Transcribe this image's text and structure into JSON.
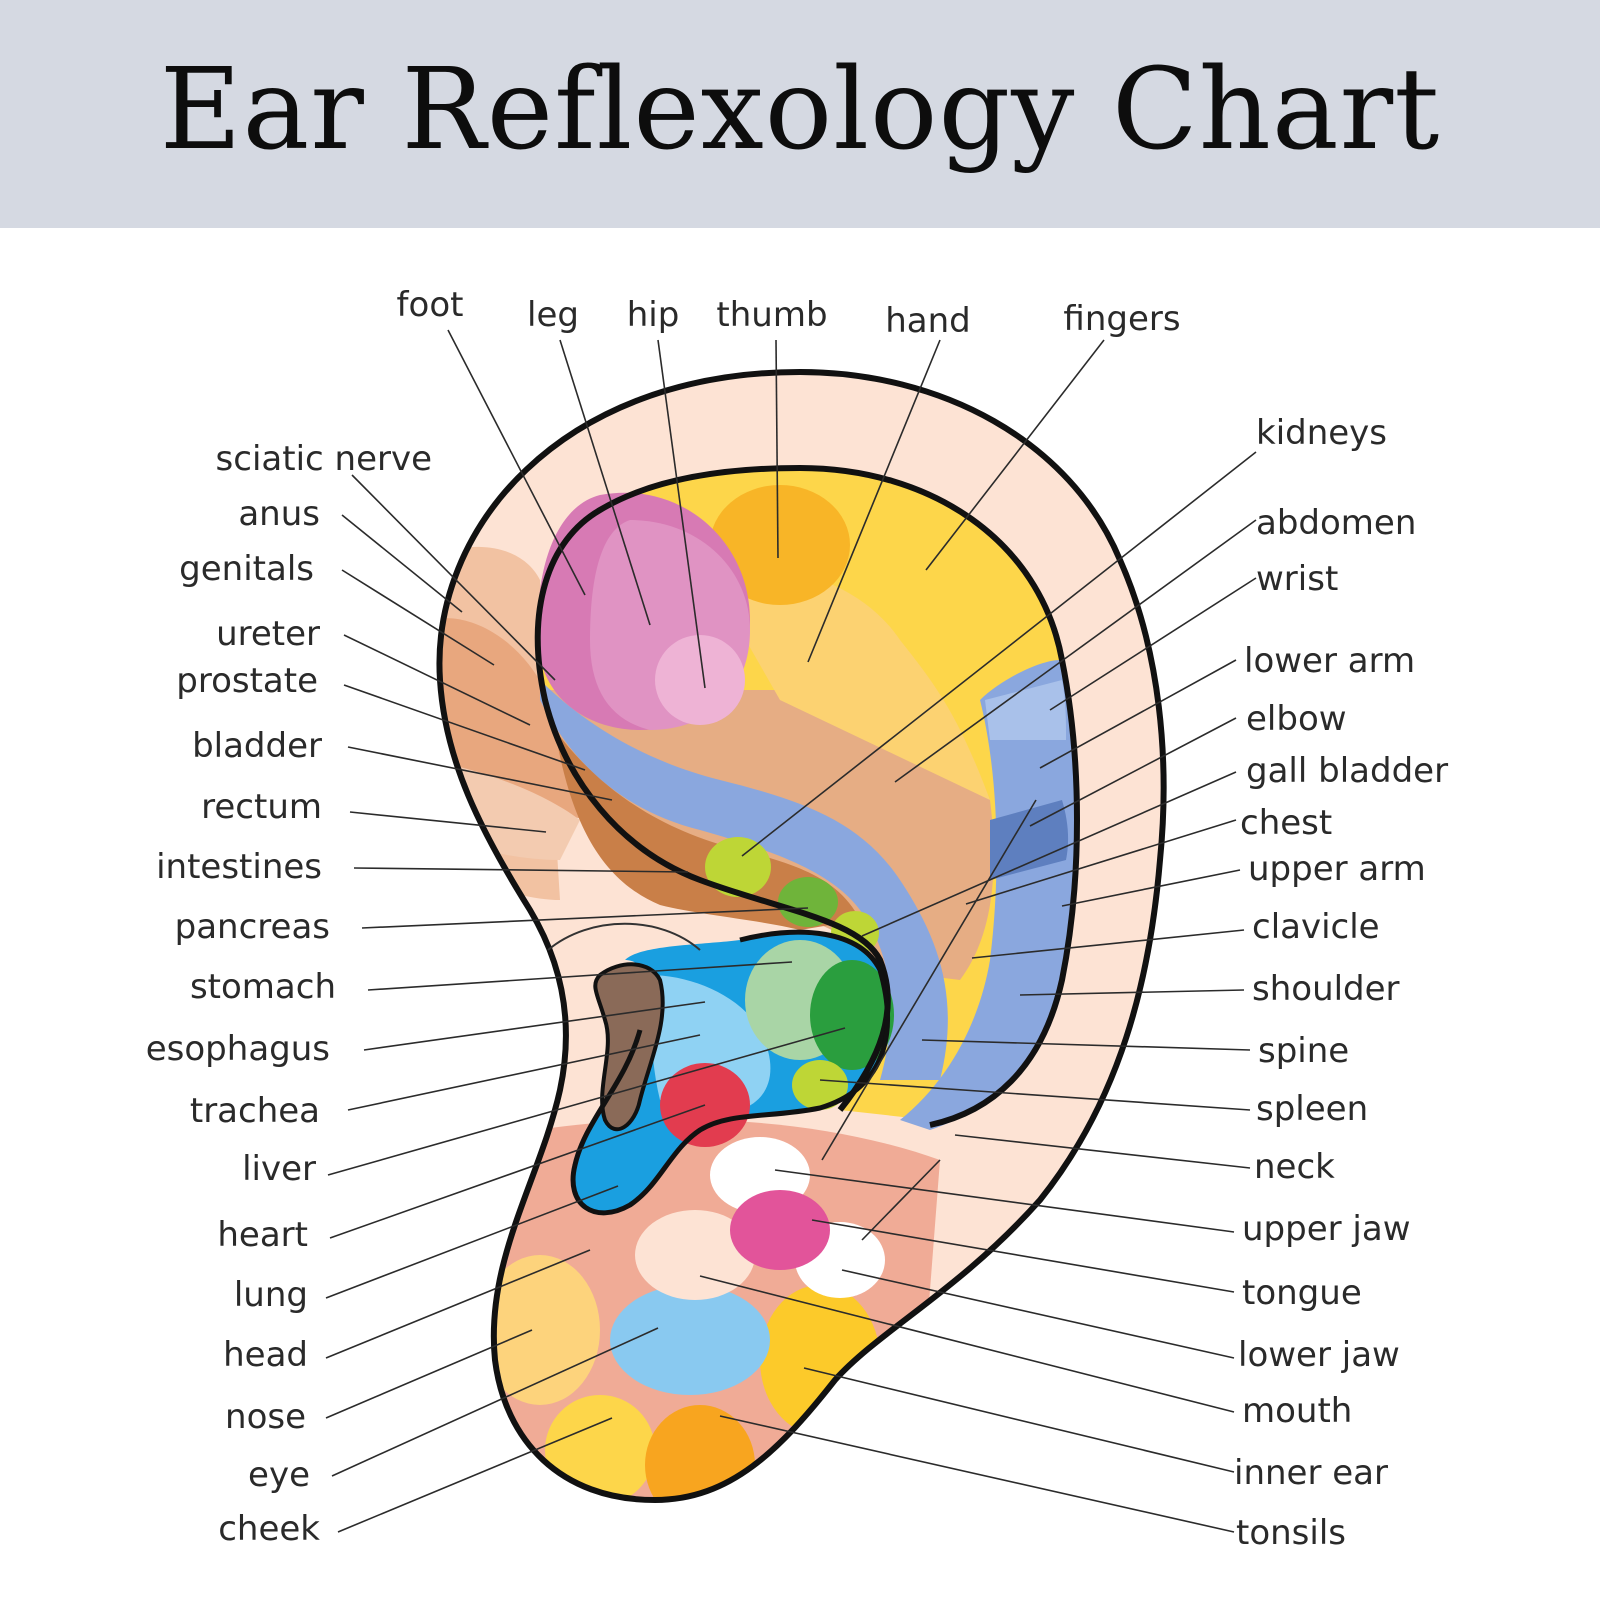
{
  "title": "Ear Reflexology Chart",
  "colors": {
    "header_bg": "#d5d9e2",
    "outline": "#111111",
    "helix_rim": "#fde3d4",
    "yellow": "#fdd64a",
    "orange": "#f8b527",
    "pink": "#d77ab4",
    "tan": "#e2a87e",
    "brown": "#c97f48",
    "blue_band": "#8aa7de",
    "lobe_salmon": "#f0ab96",
    "lime": "#bed636",
    "green_dark": "#2a9e3e",
    "green_light": "#a9d5a6",
    "cyan_blue": "#1a9fe0",
    "red": "#e23c4f",
    "magenta": "#e2549a",
    "sky": "#89c9f0"
  },
  "labels": {
    "top": {
      "foot": "foot",
      "leg": "leg",
      "hip": "hip",
      "thumb": "thumb",
      "hand": "hand",
      "fingers": "fingers"
    },
    "left": {
      "sciatic_nerve": "sciatic nerve",
      "anus": "anus",
      "genitals": "genitals",
      "ureter": "ureter",
      "prostate": "prostate",
      "bladder": "bladder",
      "rectum": "rectum",
      "intestines": "intestines",
      "pancreas": "pancreas",
      "stomach": "stomach",
      "esophagus": "esophagus",
      "trachea": "trachea",
      "liver": "liver",
      "heart": "heart",
      "lung": "lung",
      "head": "head",
      "nose": "nose",
      "eye": "eye",
      "cheek": "cheek"
    },
    "right": {
      "kidneys": "kidneys",
      "abdomen": "abdomen",
      "wrist": "wrist",
      "lower_arm": "lower arm",
      "elbow": "elbow",
      "gall_bladder": "gall bladder",
      "chest": "chest",
      "upper_arm": "upper arm",
      "clavicle": "clavicle",
      "shoulder": "shoulder",
      "spine": "spine",
      "spleen": "spleen",
      "neck": "neck",
      "upper_jaw": "upper jaw",
      "tongue": "tongue",
      "lower_jaw": "lower jaw",
      "mouth": "mouth",
      "inner_ear": "inner ear",
      "tonsils": "tonsils"
    }
  }
}
